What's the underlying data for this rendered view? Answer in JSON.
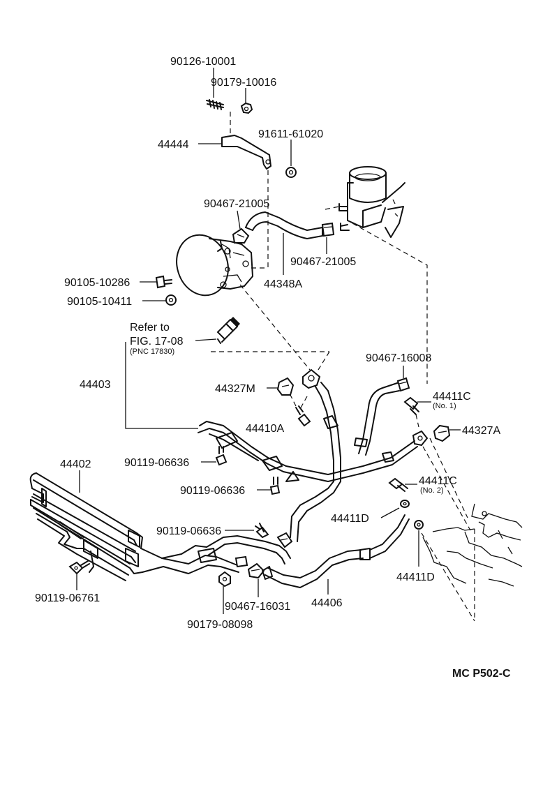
{
  "diagram": {
    "labels": {
      "p90126_10001": "90126-10001",
      "p90179_10016": "90179-10016",
      "p44444": "44444",
      "p91611_61020": "91611-61020",
      "p90467_21005_a": "90467-21005",
      "p90467_21005_b": "90467-21005",
      "p44348A": "44348A",
      "p90105_10286": "90105-10286",
      "p90105_10411": "90105-10411",
      "refer_to": "Refer to",
      "fig_ref": "FIG. 17-08",
      "pnc_ref": "(PNC 17830)",
      "p44403": "44403",
      "p90467_16008": "90467-16008",
      "p44327M": "44327M",
      "p44411C_1": "44411C",
      "no1": "(No. 1)",
      "p44410A": "44410A",
      "p44327A": "44327A",
      "p44402": "44402",
      "p90119_06636_a": "90119-06636",
      "p90119_06636_b": "90119-06636",
      "p44411C_2": "44411C",
      "no2": "(No. 2)",
      "p44411D_a": "44411D",
      "p90119_06636_c": "90119-06636",
      "p44411D_b": "44411D",
      "p90119_06761": "90119-06761",
      "p90467_16031": "90467-16031",
      "p44406": "44406",
      "p90179_08098": "90179-08098",
      "code": "MC  P502-C"
    }
  }
}
